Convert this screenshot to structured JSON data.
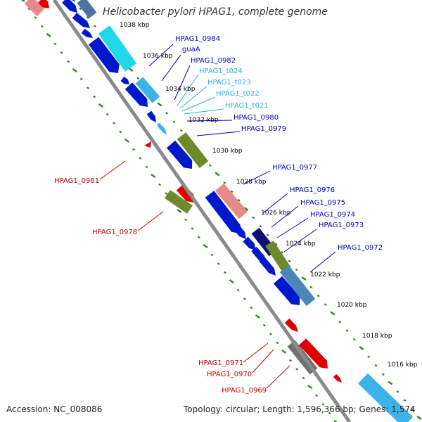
{
  "title": "Helicobacter pylori HPAG1, complete genome",
  "accession": "Accession: NC_008086",
  "summary": "Topology: circular; Length: 1,596,366 bp; Genes: 1,574",
  "colors": {
    "backbone": "#8a8a8a",
    "tick": "#2e8b22",
    "forward_label": "#0000cc",
    "rna_label": "#2ab0e0",
    "reverse_label": "#cc0000",
    "kbp_label": "#000000"
  },
  "scale_labels": [
    "1038 kbp",
    "1036 kbp",
    "1034 kbp",
    "1032 kbp",
    "1030 kbp",
    "1028 kbp",
    "1026 kbp",
    "1024 kbp",
    "1022 kbp",
    "1020 kbp",
    "1018 kbp",
    "1016 kbp"
  ],
  "forward_labels": [
    "HPAG1_0984",
    "guaA",
    "HPAG1_0982",
    "HPAG1_t024",
    "HPAG1_t023",
    "HPAG1_t022",
    "HPAG1_t021",
    "HPAG1_0980",
    "HPAG1_0979",
    "HPAG1_0977",
    "HPAG1_0976",
    "HPAG1_0975",
    "HPAG1_0974",
    "HPAG1_0973",
    "HPAG1_0972"
  ],
  "reverse_labels": [
    "HPAG1_0981",
    "HPAG1_0978",
    "HPAG1_0971",
    "HPAG1_0970",
    "HPAG1_0969"
  ]
}
